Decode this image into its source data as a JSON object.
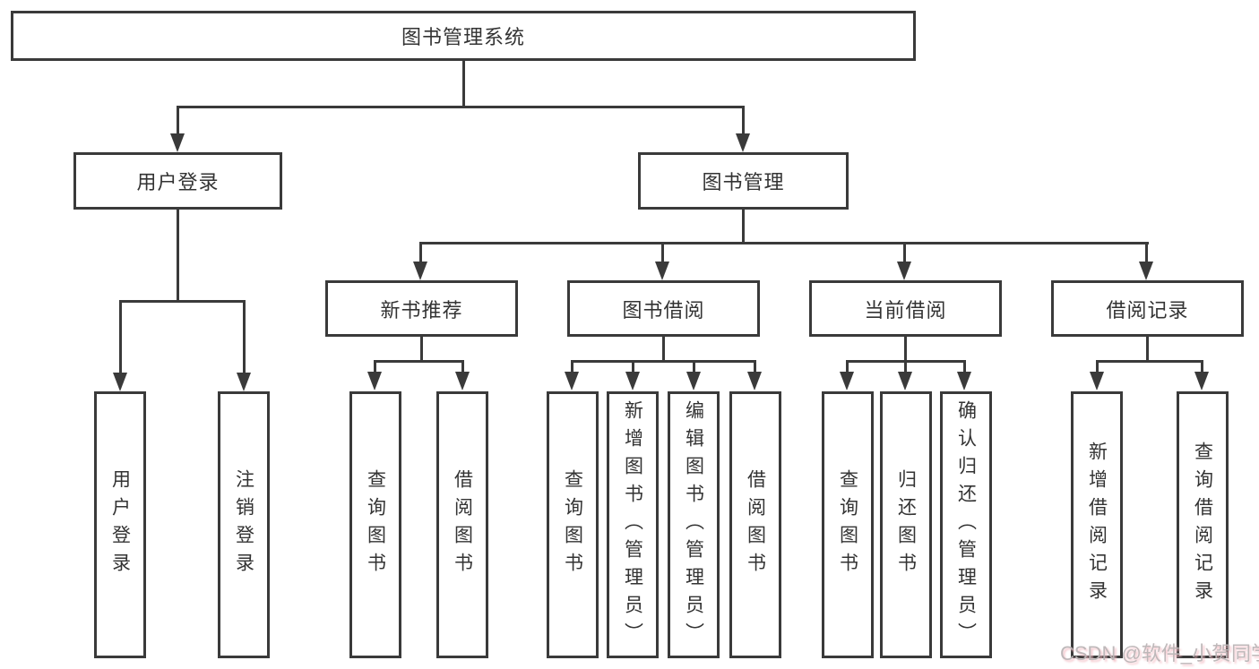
{
  "tree": {
    "title": "图书管理系统",
    "children": [
      {
        "label": "用户登录",
        "children": [
          {
            "label": "用户登录"
          },
          {
            "label": "注销登录"
          }
        ]
      },
      {
        "label": "图书管理",
        "children": [
          {
            "label": "新书推荐",
            "children": [
              {
                "label": "查询图书"
              },
              {
                "label": "借阅图书"
              }
            ]
          },
          {
            "label": "图书借阅",
            "children": [
              {
                "label": "查询图书"
              },
              {
                "label": "新增图书（管理员）"
              },
              {
                "label": "编辑图书（管理员）"
              },
              {
                "label": "借阅图书"
              }
            ]
          },
          {
            "label": "当前借阅",
            "children": [
              {
                "label": "查询图书"
              },
              {
                "label": "归还图书"
              },
              {
                "label": "确认归还（管理员）"
              }
            ]
          },
          {
            "label": "借阅记录",
            "children": [
              {
                "label": "新增借阅记录"
              },
              {
                "label": "查询借阅记录"
              }
            ]
          }
        ]
      }
    ]
  },
  "watermark": {
    "text": "CSDN @软件_小贺同学"
  },
  "colors": {
    "line": "#3a3a3a",
    "box_background": "#ffffff",
    "watermark_pink": "#f2b7c0"
  }
}
